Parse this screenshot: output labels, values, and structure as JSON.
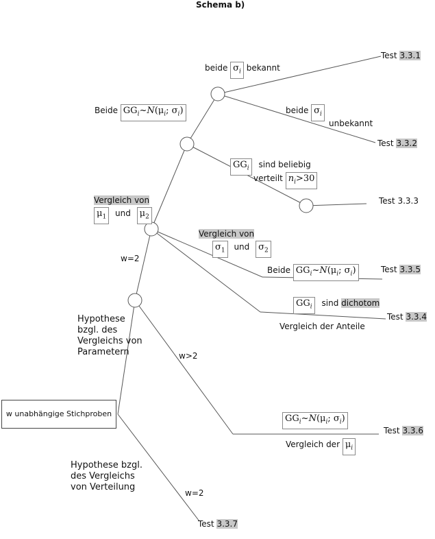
{
  "title": "Schema b)",
  "start_box": "w unabhängige Stichproben",
  "hyp_param": [
    "Hypothese",
    "bzgl. des",
    "Vergleichs von",
    "Parametern"
  ],
  "hyp_vert": [
    "Hypothese bzgl.",
    "des Vergleichs",
    "von Verteilung"
  ],
  "w2_upper": "w=2",
  "w_gt_2": "w>2",
  "w2_lower": "w=2",
  "vergleich_mu": "Vergleich von",
  "vergleich_mu_und": "und",
  "mu1": "μ",
  "mu2": "μ",
  "vergleich_sigma": "Vergleich von",
  "vergleich_sigma_und": "und",
  "beide_gg_prefix": "Beide",
  "gg_normal": "GG",
  "beide_sigma_bekannt_prefix": "beide",
  "beide_sigma_bekannt_suffix": "bekannt",
  "beide_sigma_unbekannt_prefix": "beide",
  "beide_sigma_unbekannt_suffix": "unbekannt",
  "gg_beliebig_suffix": "sind beliebig",
  "verteilt": "verteilt",
  "n_cond": "n",
  "n_cond_tail": ">30",
  "beide_gg2_prefix": "Beide",
  "gg_dichotom_mid": "sind",
  "dichotom": "dichotom",
  "vergleich_anteile": "Vergleich der Anteile",
  "vergleich_der_mu": "Vergleich der",
  "test_word": "Test",
  "tests": {
    "t331": "3.3.1",
    "t332": "3.3.2",
    "t333": "3.3.3",
    "t335": "3.3.5",
    "t334": "3.3.4",
    "t336": "3.3.6",
    "t337": "3.3.7"
  },
  "colors": {
    "line": "#555555",
    "highlight": "#c8c8c8"
  }
}
